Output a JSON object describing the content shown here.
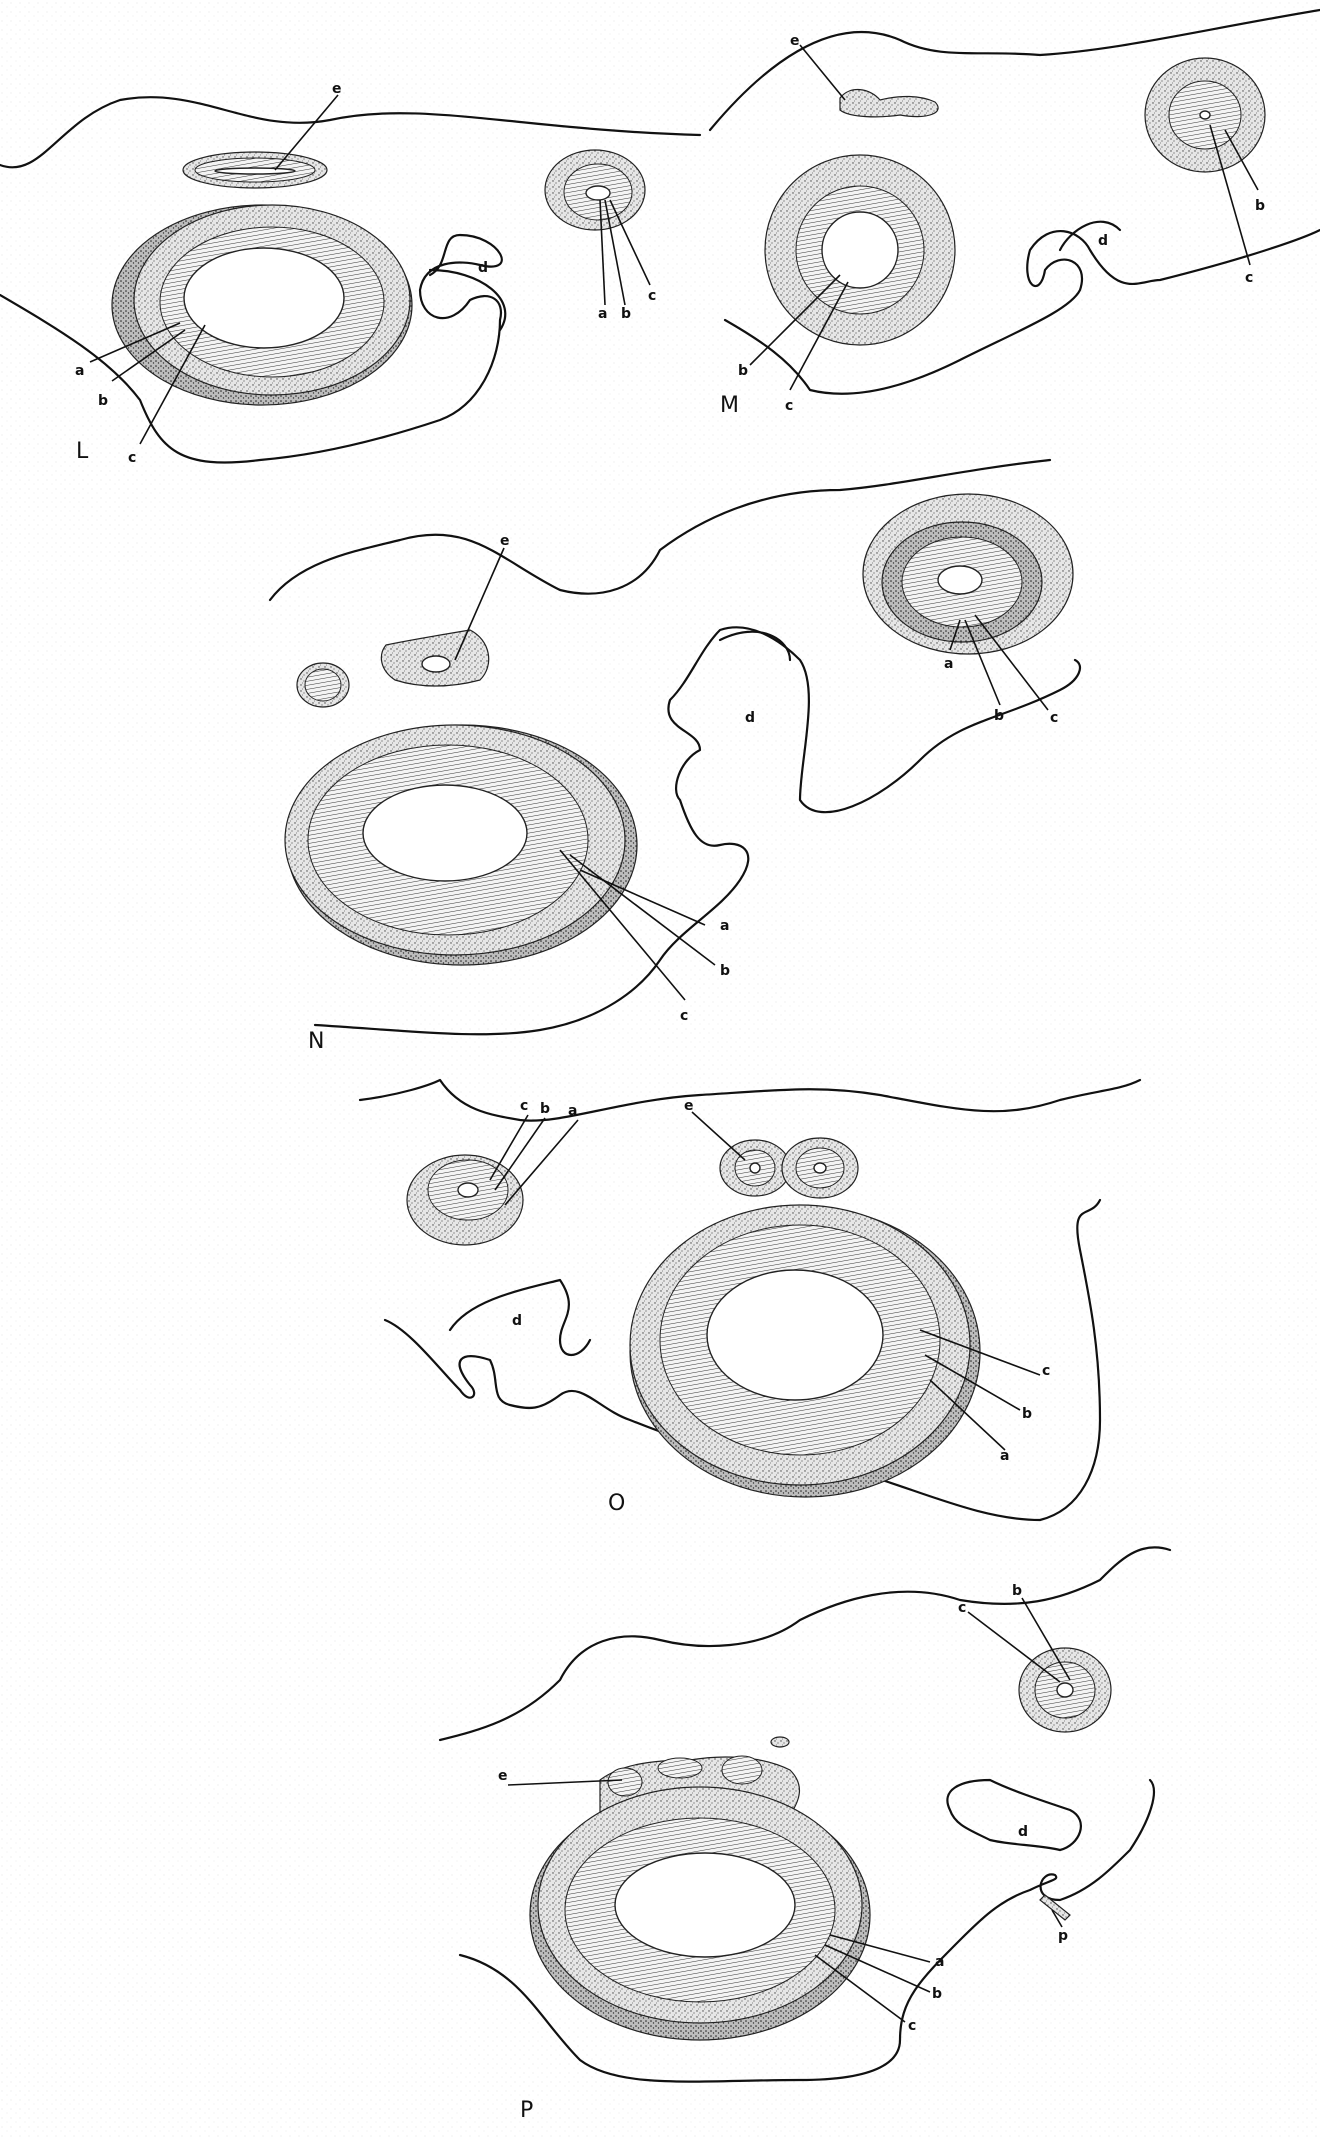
{
  "figure": {
    "panels": [
      {
        "id": "L",
        "label": "L",
        "sublabels": [
          "a",
          "b",
          "c",
          "a",
          "b",
          "c",
          "d",
          "e"
        ]
      },
      {
        "id": "M",
        "label": "M",
        "sublabels": [
          "b",
          "c",
          "b",
          "c",
          "d",
          "e"
        ]
      },
      {
        "id": "N",
        "label": "N",
        "sublabels": [
          "a",
          "b",
          "c",
          "a",
          "b",
          "c",
          "d",
          "e"
        ]
      },
      {
        "id": "O",
        "label": "O",
        "sublabels": [
          "c",
          "b",
          "a",
          "c",
          "b",
          "a",
          "d",
          "e"
        ]
      },
      {
        "id": "P",
        "label": "P",
        "sublabels": [
          "c",
          "b",
          "a",
          "b",
          "c",
          "d",
          "e",
          "p"
        ]
      }
    ]
  },
  "colors": {
    "ink": "#111111",
    "paper": "#ffffff",
    "stipple": "#d9d9d9"
  }
}
